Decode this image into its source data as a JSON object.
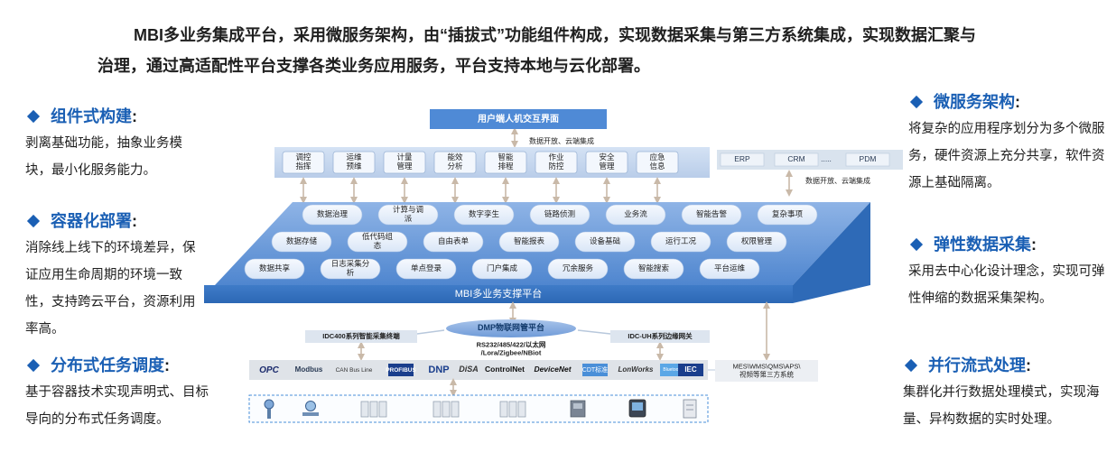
{
  "intro": {
    "line1": "MBI多业务集成平台，采用微服务架构，由“插拔式”功能组件构成，实现数据采集与第三方系统集成，实现数据汇聚与",
    "line2": "治理，通过高适配性平台支撑各类业务应用服务，平台支持本地与云化部署。"
  },
  "left_features": [
    {
      "title": "组件式构建",
      "colon": ":",
      "desc": "剥离基础功能，抽象业务模块，最小化服务能力。"
    },
    {
      "title": "容器化部署",
      "colon": ":",
      "desc": "消除线上线下的环境差异，保证应用生命周期的环境一致性，支持跨云平台，资源利用率高。"
    },
    {
      "title": "分布式任务调度",
      "colon": ":",
      "desc": "基于容器技术实现声明式、目标导向的分布式任务调度。"
    }
  ],
  "right_features": [
    {
      "title": "微服务架构",
      "colon": ":",
      "desc": "将复杂的应用程序划分为多个微服务，硬件资源上充分共享，软件资源上基础隔离。"
    },
    {
      "title": "弹性数据采集",
      "colon": ":",
      "desc": "采用去中心化设计理念，实现可弹性伸缩的数据采集架构。"
    },
    {
      "title": "并行流式处理",
      "colon": ":",
      "desc": "集群化并行数据处理模式，实现海量、异构数据的实时处理。"
    }
  ],
  "diagram": {
    "ui_bar": "用户端人机交互界面",
    "note_top": "数据开放、云端集成",
    "apps": [
      "调控\n指挥",
      "运维\n预维",
      "计量\n管理",
      "能效\n分析",
      "智能\n排程",
      "作业\n防控",
      "安全\n管理",
      "应急\n信息"
    ],
    "external_systems": [
      "ERP",
      "CRM",
      ".....",
      "PDM"
    ],
    "note_right": "数据开放、云端集成",
    "platform_row1": [
      "数据治理",
      "计算与调\n派",
      "数字孪生",
      "链路侦测",
      "业务流",
      "智能告警",
      "复杂事项"
    ],
    "platform_row2": [
      "数据存储",
      "低代码组\n态",
      "自由表单",
      "智能报表",
      "设备基础",
      "运行工况",
      "权限管理"
    ],
    "platform_row3": [
      "数据共享",
      "日志采集分\n析",
      "单点登录",
      "门户集成",
      "冗余服务",
      "智能搜索",
      "平台运维"
    ],
    "platform_label": "MBI多业务支撑平台",
    "dmp": "DMP物联网管平台",
    "idc400": "IDC400系列智能采集终端",
    "idcuh": "IDC-UH系列边缘网关",
    "protocols": "RS232/485/422/以太网\n/Lora/Zigbee/NBiot",
    "protocol_logos": [
      "OPC",
      "Modbus",
      "CAN Bus Line",
      "PROFIBUS",
      "DNP",
      "DiSA",
      "ControlNet",
      "DeviceNet",
      "CDT标准",
      "LonWorks",
      "Bluetooth",
      "IEC"
    ],
    "third_party": "MES\\WMS\\QMS\\APS\\\n视频等第三方系统",
    "device_icons": [
      "pressure-sensor",
      "flow-meter",
      "plc-module",
      "io-module",
      "data-acquisition",
      "controller",
      "display-terminal",
      "cabinet"
    ],
    "colors": {
      "primary": "#1a5fb4",
      "platform": "#5b92d6",
      "module": "#dce7f5",
      "capsule": "#eaf1fb"
    }
  }
}
